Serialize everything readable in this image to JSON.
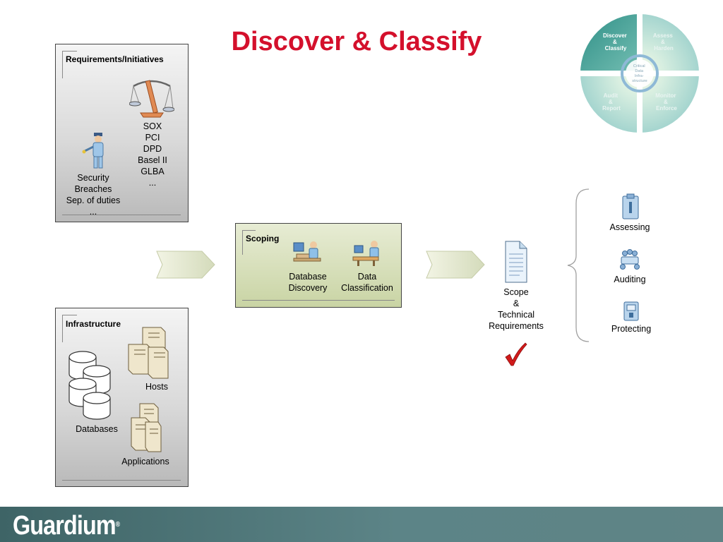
{
  "title": "Discover & Classify",
  "wheel": {
    "discover": [
      "Discover",
      "&",
      "Classify"
    ],
    "assess": [
      "Assess",
      "&",
      "Harden"
    ],
    "audit": [
      "Audit",
      "&",
      "Report"
    ],
    "monitor": [
      "Monitor",
      "&",
      "Enforce"
    ],
    "center": [
      "Critical",
      "Data",
      "Infra-",
      "structure"
    ]
  },
  "requirements": {
    "title": "Requirements/Initiatives",
    "regulations": "SOX\nPCI\nDPD\nBasel II\nGLBA\n...",
    "security": "Security\nBreaches\nSep. of duties\n..."
  },
  "infrastructure": {
    "title": "Infrastructure",
    "hosts": "Hosts",
    "databases": "Databases",
    "applications": "Applications"
  },
  "scoping": {
    "title": "Scoping",
    "database_discovery": "Database\nDiscovery",
    "data_classification": "Data\nClassification"
  },
  "output": {
    "scope": "Scope\n&\nTechnical\nRequirements"
  },
  "actions": {
    "assessing": "Assessing",
    "auditing": "Auditing",
    "protecting": "Protecting"
  },
  "footer": {
    "logo_text": "Guardium",
    "logo_mark": "®"
  },
  "colors": {
    "title": "#d4102c",
    "footer": "#4f7678",
    "wheel_active": "#3f9c93",
    "wheel_inactive": "#a9d7d1"
  }
}
